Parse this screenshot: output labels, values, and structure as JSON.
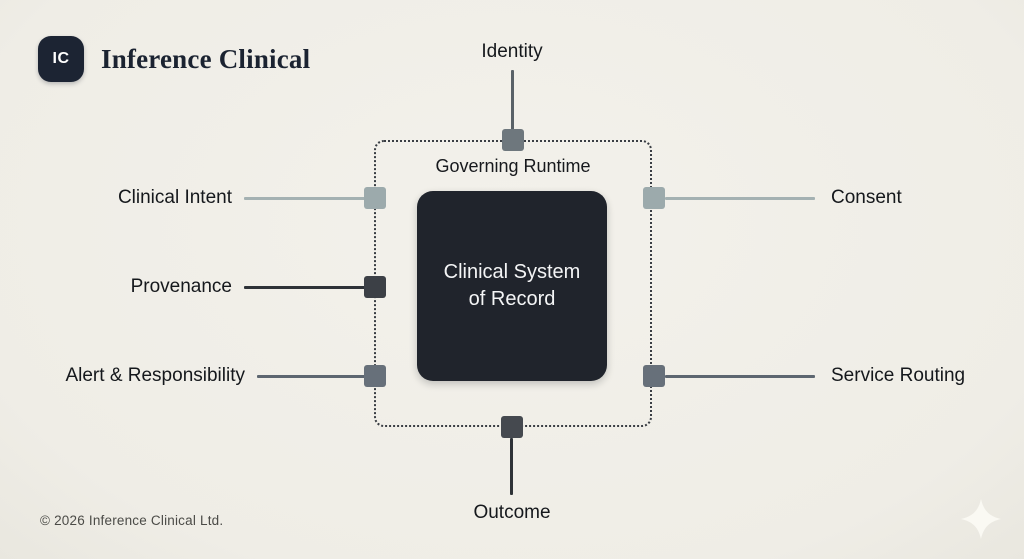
{
  "brand": {
    "logo_initials": "IC",
    "name": "Inference Clinical"
  },
  "diagram": {
    "runtime_label": "Governing Runtime",
    "core_label": "Clinical System of Record",
    "ports": {
      "identity": {
        "label": "Identity",
        "side": "top"
      },
      "clinical_intent": {
        "label": "Clinical Intent",
        "side": "left"
      },
      "provenance": {
        "label": "Provenance",
        "side": "left"
      },
      "alert_responsibility": {
        "label": "Alert & Responsibility",
        "side": "left"
      },
      "consent": {
        "label": "Consent",
        "side": "right"
      },
      "service_routing": {
        "label": "Service Routing",
        "side": "right"
      },
      "outcome": {
        "label": "Outcome",
        "side": "bottom"
      }
    }
  },
  "footer": {
    "copyright": "© 2026 Inference Clinical Ltd."
  },
  "icons": {
    "sparkle": "sparkle-icon"
  },
  "colors": {
    "background": "#f1efe9",
    "ink": "#16191d",
    "brand_navy": "#1c2433",
    "core_box": "#20242c",
    "port_identity": "#6e777d",
    "port_clinical_intent": "#9caaac",
    "port_provenance": "#3c4046",
    "port_alert_responsibility": "#67707a",
    "port_consent": "#9caaac",
    "port_service_routing": "#67707a",
    "port_outcome": "#45494f",
    "line_identity": "#5a6268",
    "line_light": "#a4b1b2",
    "line_dark": "#2e3237",
    "line_mid": "#5d6670",
    "sparkle": "#faf9f3"
  }
}
